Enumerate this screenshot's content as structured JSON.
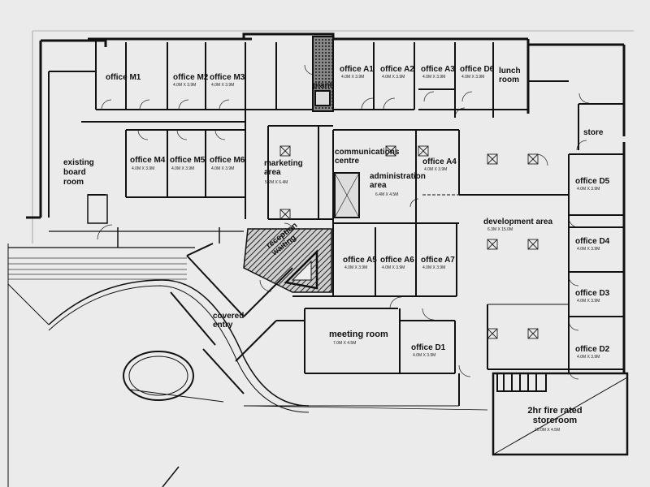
{
  "rooms": {
    "office_m1": {
      "name": "office M1"
    },
    "office_m2": {
      "name": "office M2",
      "dim": "4.0M X 3.9M"
    },
    "office_m3": {
      "name": "office M3",
      "dim": "4.0M X 3.9M"
    },
    "office_m4": {
      "name": "office M4",
      "dim": "4.0M X 3.9M"
    },
    "office_m5": {
      "name": "office M5",
      "dim": "4.0M X 3.9M"
    },
    "office_m6": {
      "name": "office M6",
      "dim": "4.0M X 3.9M"
    },
    "existing_board_room": {
      "name": "existing board room"
    },
    "plant": {
      "name": "plant"
    },
    "office_a1": {
      "name": "office A1",
      "dim": "4.0M X 3.9M"
    },
    "office_a2": {
      "name": "office A2",
      "dim": "4.0M X 3.9M"
    },
    "office_a3": {
      "name": "office A3",
      "dim": "4.0M X 3.9M"
    },
    "office_d6": {
      "name": "office D6",
      "dim": "4.0M X 3.9M"
    },
    "lunch_room": {
      "name": "lunch room"
    },
    "store": {
      "name": "store"
    },
    "communications_centre": {
      "name": "communications centre"
    },
    "marketing_area": {
      "name": "marketing area",
      "dim": "5.2M X 6.4M"
    },
    "administration_area": {
      "name": "administration area",
      "dim": "6.4M X 4.5M"
    },
    "office_a4": {
      "name": "office A4",
      "dim": "4.0M X 3.9M"
    },
    "office_d5": {
      "name": "office D5",
      "dim": "4.0M X 3.9M"
    },
    "development_area": {
      "name": "development area",
      "dim": "6.3M X 15.0M"
    },
    "office_d4": {
      "name": "office D4",
      "dim": "4.0M X 3.9M"
    },
    "reception_waiting": {
      "name": "reception waiting"
    },
    "office_a5": {
      "name": "office A5",
      "dim": "4.0M X 3.9M"
    },
    "office_a6": {
      "name": "office A6",
      "dim": "4.0M X 3.9M"
    },
    "office_a7": {
      "name": "office A7",
      "dim": "4.0M X 3.9M"
    },
    "office_d3": {
      "name": "office D3",
      "dim": "4.0M X 3.9M"
    },
    "covered_entry": {
      "name": "covered entry"
    },
    "meeting_room": {
      "name": "meeting room",
      "dim": "7.0M X 4.5M"
    },
    "office_d1": {
      "name": "office D1",
      "dim": "4.0M X 3.9M"
    },
    "office_d2": {
      "name": "office D2",
      "dim": "4.0M X 3.9M"
    },
    "fire_rated_storeroom": {
      "name": "2hr fire rated storeroom",
      "dim": "10.0M X 4.5M"
    }
  }
}
